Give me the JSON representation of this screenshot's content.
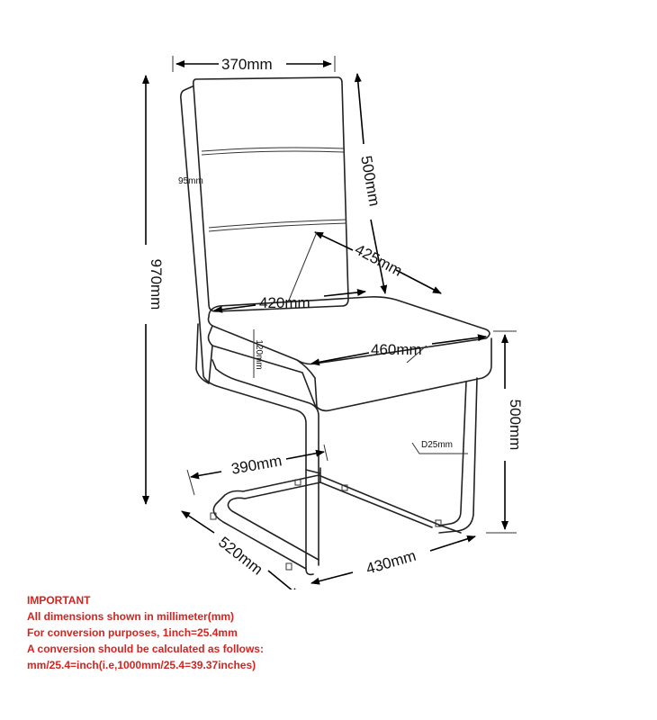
{
  "dimensions": {
    "back_width": "370mm",
    "back_height": "500mm",
    "total_height": "970mm",
    "panel": "95mm",
    "seat_depth": "425mm",
    "seat_back_width": "420mm",
    "seat_width": "460mm",
    "seat_thickness": "120mm",
    "seat_height": "500mm",
    "tube": "D25mm",
    "base_front_width": "390mm",
    "base_depth": "520mm",
    "base_width": "430mm"
  },
  "notes": {
    "title": "IMPORTANT",
    "line1": "All dimensions shown in millimeter(mm)",
    "line2": "For conversion purposes, 1inch=25.4mm",
    "line3": "A conversion should be calculated as follows:",
    "line4": "mm/25.4=inch(i.e,1000mm/25.4=39.37inches)"
  },
  "colors": {
    "notes_text": "#d6231f",
    "line": "#222222"
  }
}
